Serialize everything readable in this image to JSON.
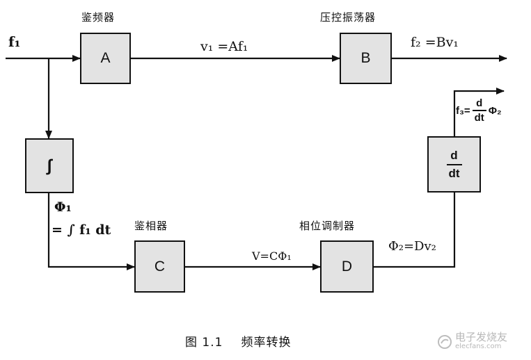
{
  "blocks": {
    "a": {
      "letter": "A",
      "title": "鉴频器"
    },
    "b": {
      "letter": "B",
      "title": "压控振荡器"
    },
    "c": {
      "letter": "C",
      "title": "鉴相器"
    },
    "d": {
      "letter": "D",
      "title": "相位调制器"
    },
    "integrator": {
      "symbol": "∫"
    },
    "derivative": {
      "num": "d",
      "den": "dt"
    }
  },
  "signals": {
    "f1": "f₁",
    "v1": "v₁ =Af₁",
    "f2": "f₂ =Bv₁",
    "phi1_line1": "Φ₁",
    "phi1_line2": "= ∫ f₁ dt",
    "v_c": "V=CΦ₁",
    "phi2": "Φ₂=Dv₂",
    "f3_prefix": "f₃=",
    "f3_num": "d",
    "f3_den": "dt",
    "f3_suffix": "Φ₂"
  },
  "caption": {
    "fig_no": "图 1.1",
    "title": "频率转换"
  },
  "watermark": {
    "text": "电子发烧友",
    "site": "elecfans.com"
  }
}
